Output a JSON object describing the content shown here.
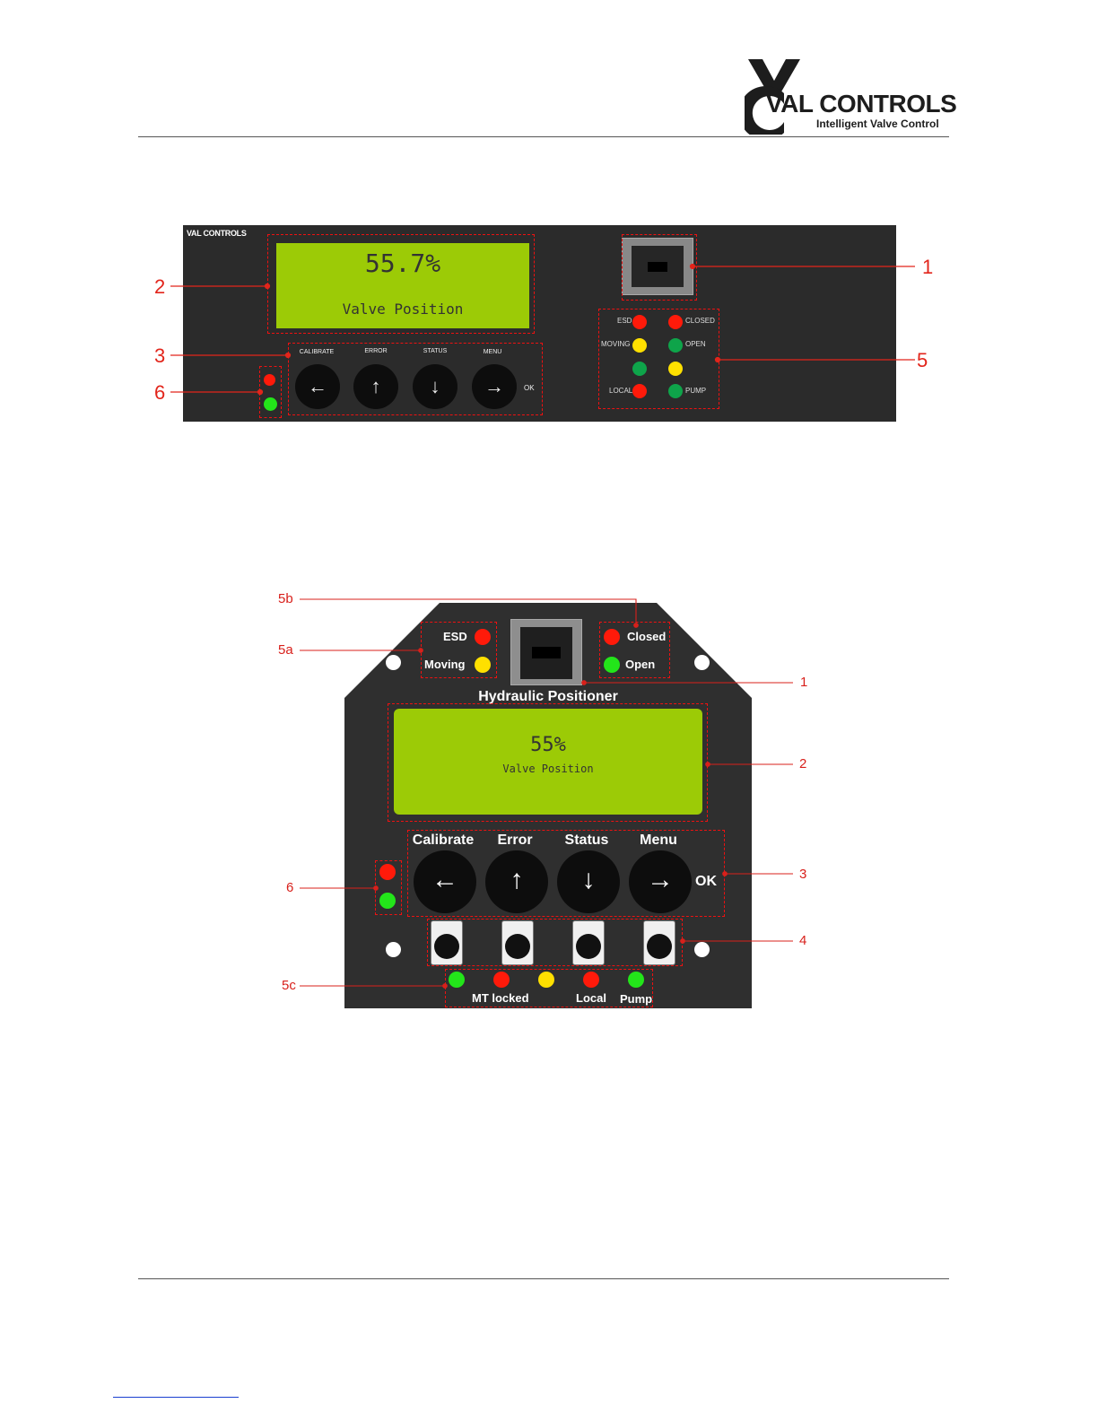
{
  "header": {
    "logo_text": "VAL CONTROLS",
    "logo_tagline": "Intelligent Valve Control"
  },
  "figure1": {
    "brand": "VAL CONTROLS",
    "display": {
      "value": "55.7%",
      "label": "Valve Position"
    },
    "buttons": [
      {
        "label": "CALIBRATE",
        "arrow": "←"
      },
      {
        "label": "ERROR",
        "arrow": "↑"
      },
      {
        "label": "STATUS",
        "arrow": "↓"
      },
      {
        "label": "MENU",
        "arrow": "→"
      }
    ],
    "ok_label": "OK",
    "led_labels": {
      "esd": "ESD",
      "closed": "CLOSED",
      "moving": "MOVING",
      "open": "OPEN",
      "local": "LOCAL",
      "pump": "PUMP"
    },
    "callouts": [
      "1",
      "2",
      "3",
      "5",
      "6"
    ]
  },
  "figure2": {
    "title": "Hydraulic Positioner",
    "display": {
      "value": "55%",
      "label": "Valve Position"
    },
    "led_labels": {
      "esd": "ESD",
      "moving": "Moving",
      "closed": "Closed",
      "open": "Open",
      "mt_locked": "MT locked",
      "local": "Local",
      "pump": "Pump"
    },
    "buttons": [
      {
        "label": "Calibrate",
        "arrow": "←"
      },
      {
        "label": "Error",
        "arrow": "↑"
      },
      {
        "label": "Status",
        "arrow": "↓"
      },
      {
        "label": "Menu",
        "arrow": "→"
      }
    ],
    "ok_label": "OK",
    "callouts": [
      "5b",
      "5a",
      "1",
      "2",
      "3",
      "6",
      "4",
      "5c"
    ]
  },
  "colors": {
    "led_red": "#ff1a0a",
    "led_yellow": "#ffe000",
    "led_green": "#0ea44a",
    "lcd": "#9ccb06",
    "callout": "#e2251b"
  }
}
